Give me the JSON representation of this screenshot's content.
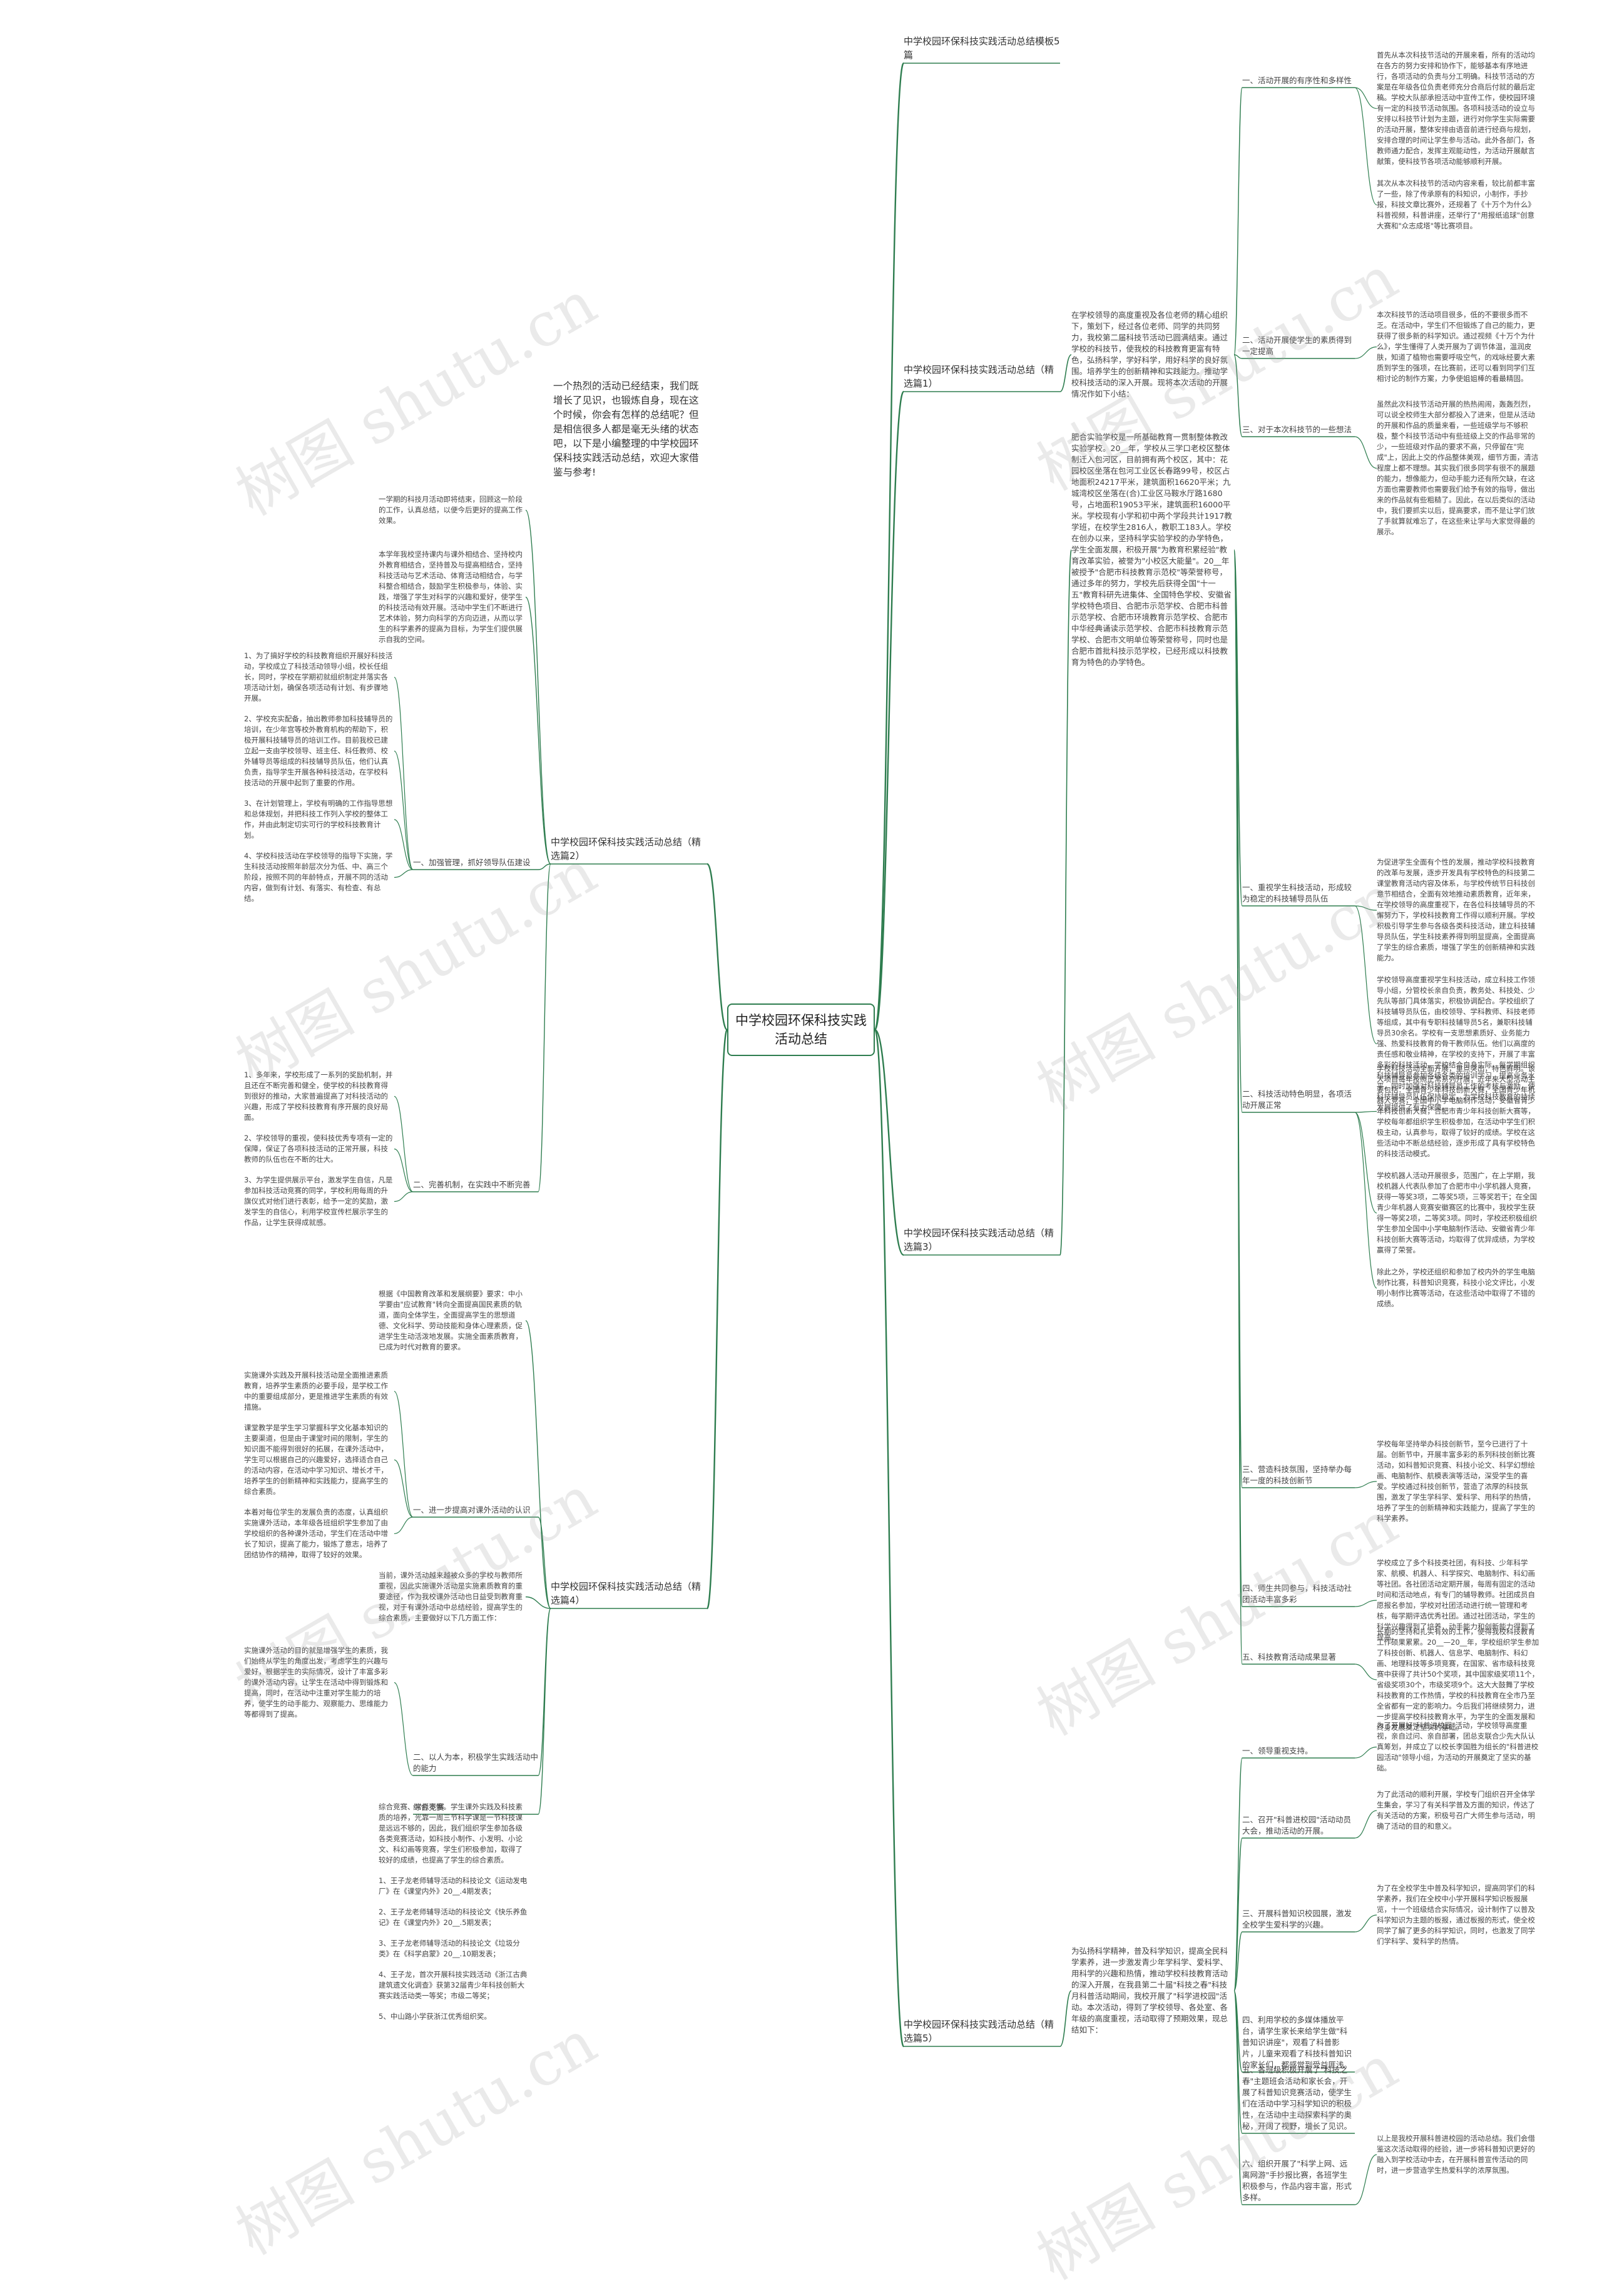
{
  "root": "中学校园环保科技实践活动总结",
  "intro": "一个热烈的活动已经结束，我们既增长了见识，也锻炼自身，现在这个时候，你会有怎样的总结呢？但是相信很多人都是毫无头绪的状态吧，以下是小编整理的中学校园环保科技实践活动总结，欢迎大家借鉴与参考!",
  "watermark": "树图 shutu.cn",
  "right": [
    {
      "title": "中学校园环保科技实践活动总结模板5篇",
      "children": []
    },
    {
      "title": "中学校园环保科技实践活动总结（精选篇1）",
      "text": "在学校领导的高度重视及各位老师的精心组织下，策划下，经过各位老师、同学的共同努力，我校第二届科技节活动已圆满结束。通过学校的科技节，使我校的科技教育更富有特色，弘扬科学，学好科学，用好科学的良好氛围。培养学生的创新精神和实践能力。推动学校科技活动的深入开展。现将本次活动的开展情况作如下小结：",
      "children": [
        {
          "label": "一、活动开展的有序性和多样性",
          "items": [
            "首先从本次科技节活动的开展来看，所有的活动均在各方的努力安排和协作下，能够基本有序地进行，各项活动的负责与分工明确。科技节活动的方案是在年级各位负责老师充分合商后付就的最后定稿。学校大队部承担活动中宣传工作，使校园环境有一定的科技节活动氛围。各项科技活动的设立与安排以科技节计划为主题，进行对你学生实际需要的活动开展，整体安排由语音前进行经商与规划，安排合理的时间让学生参与活动。此外各部门，各教师通力配合，发挥主观能动性，为活动开展献言献策，使科技节各项活动能够顺利开展。",
            "其次从本次科技节的活动内容来看，较比前都丰富了一些，除了传承原有的科知识，小制作，手抄报，科技文章比赛外，还规着了《十万个为什么》科普视频，科普讲座，还举行了\"用报纸追球\"创意大赛和\"众志成塔\"等比赛项目。"
          ]
        },
        {
          "label": "二、活动开展使学生的素质得到一定提高",
          "items": [
            "本次科技节的活动项目很多，低的不要很多而不乏。在活动中，学生们不但锻炼了自己的能力，更获得了很多新的科学知识。通过视频《十万个为什么》，学生懂得了人类开展为了调节体温，温润皮肤，知道了植物也需要呼吸空气，的戏咏经要大素质到学生的强项，在比赛前，还可以看到同学们互相讨论的制作方案，力争使姐姐棒的看最精固。"
          ]
        },
        {
          "label": "三、对于本次科技节的一些想法",
          "items": [
            "虽然此次科技节活动开展的热热闹闹，轰轰烈烈，可以说全校师生大部分都投入了进来，但是从活动的开展和作品的质量来看，一些班级学与不够积极，整个科技节活动中有些班级上交的作品非常的少，一些班级对作品的要求不高，只停留在\"完成\"上，因此上交的作品整体美观，细节方面，清洁程度上都不理想。其实我们很多同学有很不的展题的能力，想像能力，但动手能力还有所欠缺，在这方面也需要教师也需要我们给予有效的指导，做出来的作品就有些粗糙了。因此，在以后类似的活动中，我们要抓实以后，提高要求，而不是让学们放了手就算就难忘了，在这些来让学与大家觉得最的展示。"
          ]
        }
      ]
    },
    {
      "title": "中学校园环保科技实践活动总结（精选篇3）",
      "text": "肥合实验学校是一所基础教育一贯制整体教改实验学校。20__年，学校从三学口老校区整体制迁入包河区，目前拥有两个校区，其中：花园校区坐落在包河工业区长春路99号，校区占地面积24217平米，建筑面积16620平米；九城湾校区坐落在(合)工业区马鞍水厅路1680号，占地面积19053平米，建筑面积16000平米。学校现有小学和初中两个学段共计1917教学班，在校学生2816人，教职工183人。学校在创办以来，坚持科学实验学校的办学特色，学生全面发展，积极开展\"为教育积累经验\"教育改革实验，被誉为\"小校区大能量\"。20__年被授予\"合肥市科技教育示范校\"等荣誉称号，通过多年的努力，学校先后获得全国\"十一五\"教育科研先进集体、全国特色学校、安徽省学校特色项目、合肥市示范学校、合肥市科普示范学校、合肥市环境教育示范学校、合肥市中华经典诵读示范学校、合肥市科技教育示范学校、合肥市文明单位等荣誉称号，同时也是合肥市首批科技示范学校，已经形成以科技教育为特色的办学特色。",
      "children": [
        {
          "label": "一、重视学生科技活动，形成较为稳定的科技辅导员队伍",
          "items": [
            "为促进学生全面有个性的发展，推动学校科技教育的改革与发展，逐步开发具有学校特色的科技第二课堂教育活动内容及体系，与学校传统节日科技创意节相结合，全面有效地推动素质教育，近年来，在学校领导的高度重视下，在各位科技辅导员的不懈努力下，学校科技教育工作得以顺利开展。学校积极引导学生参与各级各类科技活动，建立科技辅导员队伍，学生科技素养得到明显提高，全面提高了学生的综合素质，增强了学生的创新精神和实践能力。",
            "学校领导高度重视学生科技活动，成立科技工作领导小组，分管校长亲自负责，教务处、科技处、少先队等部门具体落实，积极协调配合。学校组织了科技辅导员队伍，由校领导、学科教师、科技老师等组成，其中有专职科技辅导员5名，兼职科技辅导员30余名。学校有一支思想素质好、业务能力强、热爱科技教育的骨干教师队伍。他们以高度的责任感和敬业精神，在学校的支持下，开展了丰富多彩的科技活动，学校结合自身实际，每学期组织科技辅导员参加各级各类的培训学习，提高业务水平，同时加强对科技辅导员工作的考核与激励，使科技辅导员队伍保持稳定，为学校科技教育的持续发展提供了有力保障。"
          ]
        },
        {
          "label": "二、科技活动特色明显，各项活动开展正常",
          "items": [
            "学校科技活动全面开展，重点突出，特色鲜明。该大项目每年按照正常系列开展，近年来大型活动主要包括：全国青少年科技创新大赛，全国青少年机器人竞赛，全国中小学电脑制作活动，安徽省青少年科技创新大赛，合肥市青少年科技创新大赛等，学校每年都组织学生积极参加，在活动中学生们积极主动，认真参与，取得了较好的成绩。学校在这些活动中不断总结经验，逐步形成了具有学校特色的科技活动模式。",
            "学校机器人活动开展很多，范围广，在上学期，我校机器人代表队参加了合肥市中小学机器人竞赛，获得一等奖3项，二等奖5项，三等奖若干；在全国青少年机器人竞赛安徽赛区的比赛中，我校学生获得一等奖2项，二等奖3项。同时，学校还积极组织学生参加全国中小学电脑制作活动、安徽省青少年科技创新大赛等活动，均取得了优异成绩，为学校赢得了荣誉。",
            "除此之外，学校还组织和参加了校内外的学生电脑制作比赛，科普知识竞赛，科技小论文评比，小发明小制作比赛等活动，在这些活动中取得了不错的成绩。"
          ]
        },
        {
          "label": "三、营造科技氛围，坚持举办每年一度的科技创新节",
          "items": [
            "学校每年坚持举办科技创新节，至今已进行了十届。创新节中，开展丰富多彩的系列科技创新比赛活动，如科普知识竞赛、科技小论文、科学幻想绘画、电脑制作、航模表演等活动，深受学生的喜爱。学校通过科技创新节，营造了浓厚的科技氛围，激发了学生学科学、爱科学、用科学的热情，培养了学生的创新精神和实践能力，提高了学生的科学素养。"
          ]
        },
        {
          "label": "四、师生共同参与，科技活动社团活动丰富多彩",
          "items": [
            "学校成立了多个科技类社团，有科技、少年科学家、航模、机器人、科学探究、电脑制作、科幻画等社团。各社团活动定期开展，每周有固定的活动时间和活动地点，有专门的辅导教师。社团成员自愿报名参加，学校对社团活动进行统一管理和考核，每学期评选优秀社团。通过社团活动，学生的科学兴趣得到了培养，动手能力和创新能力得到了提高。"
          ]
        },
        {
          "label": "五、科技教育活动成果显著",
          "items": [
            "长期的坚持和扎实有效的工作，使得我校科技教育工作硕果累累。20__—20__年，学校组织学生参加了科技创新、机器人、信息学、电脑制作、科幻画、地理科技等多项竞赛，在国家、省市级科技竞赛中获得了共计50个奖项，其中国家级奖项11个，省级奖项30个，市级奖项9个。这大大鼓舞了学校科技教育的工作热情，学校的科技教育在全市乃至全省都有一定的影响力。今后我们将继续努力，进一步提高学校科技教育水平，为学生的全面发展和终身发展奠定坚实的基础。"
          ]
        }
      ]
    },
    {
      "title": "中学校园环保科技实践活动总结（精选篇5）",
      "text": "为弘扬科学精神，普及科学知识，提高全民科学素养，进一步激发青少年学科学、爱科学、用科学的兴趣和热情，推动学校科技教育活动的深入开展，在我县第二十届\"科技之春\"科技月科普活动期间，我校开展了\"科学进校园\"活动。本次活动，得到了学校领导、各处室、各年级的高度重视，活动取得了预期效果，现总结如下：",
      "children": [
        {
          "label": "一、领导重视支持。",
          "items": [
            "为了开展好\"科普进校园\"活动，学校领导高度重视，亲自过问、亲自部署，团总支联合少先大队认真筹划，并成立了以校长李国胜为组长的\"科普进校园活动\"领导小组，为活动的开展奠定了坚实的基础。"
          ]
        },
        {
          "label": "二、召开\"科普进校园\"活动动员大会，推动活动的开展。",
          "items": [
            "为了此活动的顺利开展，学校专门组织召开全体学生集会，学习了有关科学普及方面的知识，传达了有关活动的方案，积极号召广大师生参与活动，明确了活动的目的和意义。"
          ]
        },
        {
          "label": "三、开展科普知识校园展，激发全校学生爱科学的兴趣。",
          "items": [
            "为了在全校学生中普及科学知识，提高同学们的科学素养，我们在全校中小学开展科学知识板报展览，十一个班级结合实际情况，设计制作了以普及科学知识为主题的板报，通过板报的形式，使全校同学了解了更多的科学知识，同时，也激发了同学们学科学、爱科学的热情。"
          ]
        },
        {
          "label": "四、利用学校的多媒体播放平台，请学生家长来给学生做\"科普知识讲座\"，观看了科普影片，儿童来观看了科技科普知识的家长们，都感觉到受益匪浅。",
          "items": []
        },
        {
          "label": "五、各班级积极开展了\"科技之春\"主题班会活动和家长会，开展了科普知识竞赛活动，使学生们在活动中学习科学知识的积极性，在活动中主动探索科学的奥秘，开阔了视野，增长了见识。",
          "items": []
        },
        {
          "label": "六、组织开展了\"科学上网、远离网游\"手抄报比赛，各班学生积极参与，作品内容丰富，形式多样。",
          "items": [
            "以上是我校开展科普进校园的活动总结。我们会借鉴这次活动取得的经验，进一步将科普知识更好的融入到学校活动中去，在开展科普宣传活动的同时，进一步营造学生热爱科学的浓厚氛围。"
          ]
        }
      ]
    }
  ],
  "left": [
    {
      "title": "中学校园环保科技实践活动总结（精选篇2）",
      "text": "一学期的科技月活动即将结束，回顾这一阶段的工作，认真总结，以便今后更好的提高工作效果。",
      "text2": "本学年我校坚持课内与课外相结合、坚持校内外教育相结合，坚持普及与提高相结合，坚持科技活动与艺术活动、体育活动相结合，与学科整合相结合，鼓励学生积极参与，体验、实践，增强了学生对科学的兴趣和爱好，使学生的科技活动有效开展。活动中学生们不断进行艺术体验，努力向科学的方向迈进，从而以学生的科学素养的提高为目标，为学生们提供展示自我的空间。",
      "children": [
        {
          "label": "一、加强管理，抓好领导队伍建设",
          "items": [
            "1、为了搞好学校的科技教育组织开展好科技活动，学校成立了科技活动领导小组，校长任组长，同时，学校在学期初就组织制定并落实各项活动计划，确保各项活动有计划、有步骤地开展。",
            "2、学校充实配备，抽出教师参加科技辅导员的培训，在少年宫等校外教育机构的帮助下，积极开展科技辅导员的培训工作。目前我校已建立起一支由学校领导、班主任、科任教师、校外辅导员等组成的科技辅导员队伍，他们认真负责，指导学生开展各种科技活动，在学校科技活动的开展中起到了重要的作用。",
            "3、在计划管理上，学校有明确的工作指导思想和总体规划，并把科技工作列入学校的整体工作，并由此制定切实可行的学校科技教育计划。",
            "4、学校科技活动在学校领导的指导下实施，学生科技活动按照年龄层次分为低、中、高三个阶段，按照不同的年龄特点，开展不同的活动内容，做到有计划、有落实、有检查、有总结。"
          ]
        },
        {
          "label": "二、完善机制，在实践中不断完善",
          "items": [
            "1、多年来，学校形成了一系列的奖励机制，并且还在不断完善和健全，使学校的科技教育得到很好的推动，大家普遍提高了对科技活动的兴趣，形成了学校科技教育有序开展的良好局面。",
            "2、学校领导的重视，使科技优秀专项有一定的保障，保证了各项科技活动的正常开展，科技教师的队伍也在不断的壮大。",
            "3、为学生提供展示平台，激发学生自信，凡是参加科技活动竞赛的同学，学校利用每周的升旗仪式对他们进行表彰，给予一定的奖励，激发学生的自信心，利用学校宣传栏展示学生的作品，让学生获得成就感。"
          ]
        }
      ]
    },
    {
      "title": "中学校园环保科技实践活动总结（精选篇4）",
      "text": "根据《中国教育改革和发展纲要》要求：中小学要由\"应试教育\"转向全面提高国民素质的轨道，面向全体学生，全面提高学生的思想道德、文化科学、劳动技能和身体心理素质，促进学生生动活泼地发展。实施全面素质教育，已成为时代对教育的要求。",
      "text2": "当前，课外活动越来越被众多的学校与教师所重视，因此实施课外活动是实施素质教育的重要途径，作为我校课外活动也日益受到教育重视，对于有课外活动中总结经验，提高学生的综合素质，主要做好以下几方面工作：",
      "children": [
        {
          "label": "一、进一步提高对课外活动的认识",
          "items": [
            "实施课外实践及开展科技活动是全面推进素质教育，培养学生素质的必要手段，是学校工作中的重要组成部分，更是推进学生素质的有效措施。",
            "课堂教学是学生学习掌握科学文化基本知识的主要渠道，但是由于课堂时间的限制，学生的知识面不能得到很好的拓展，在课外活动中，学生可以根据自己的兴趣爱好，选择适合自己的活动内容，在活动中学习知识、增长才干，培养学生的创新精神和实践能力，提高学生的综合素质。",
            "本着对每位学生的发展负责的态度，认真组织实施课外活动，本年级各班组织学生参加了由学校组织的各种课外活动，学生们在活动中增长了知识，提高了能力，锻炼了意志，培养了团结协作的精神，取得了较好的效果。"
          ]
        },
        {
          "label": "二、以人为本，积极学生实践活动中的能力",
          "items": [
            "实施课外活动的目的就是增强学生的素质，我们始终从学生的角度出发，考虑学生的兴趣与爱好，根据学生的实际情况，设计了丰富多彩的课外活动内容，让学生在活动中得到锻炼和提高，同时，在活动中注重对学生能力的培养，使学生的动手能力、观察能力、思维能力等都得到了提高。"
          ]
        },
        {
          "label": "综合竞赛",
          "items": [
            "综合竞赛、常抓不懈。学生课外实践及科技素质的培养，光靠一周三节科学课是一节科技课是远远不够的，因此，我们组织学生参加各级各类竞赛活动，如科技小制作、小发明、小论文、科幻画等竞赛，学生们积极参加，取得了较好的成绩，也提高了学生的综合素质。",
            "1、王子龙老师辅导活动的科技论文《运动发电厂》在《课堂内外》20__.4期发表；",
            "2、王子龙老师辅导活动的科技论文《快乐养鱼记》在《课堂内外》20__.5期发表；",
            "3、王子龙老师辅导活动的科技论文《垃圾分类》在《科学启蒙》20__.10期发表；",
            "4、王子龙，首次开展科技实践活动《浙江古典建筑遗文化调查》获第32届青少年科技创新大赛实践活动类一等奖；市级二等奖；",
            "5、中山路小学获浙江优秀组织奖。"
          ]
        }
      ]
    }
  ]
}
